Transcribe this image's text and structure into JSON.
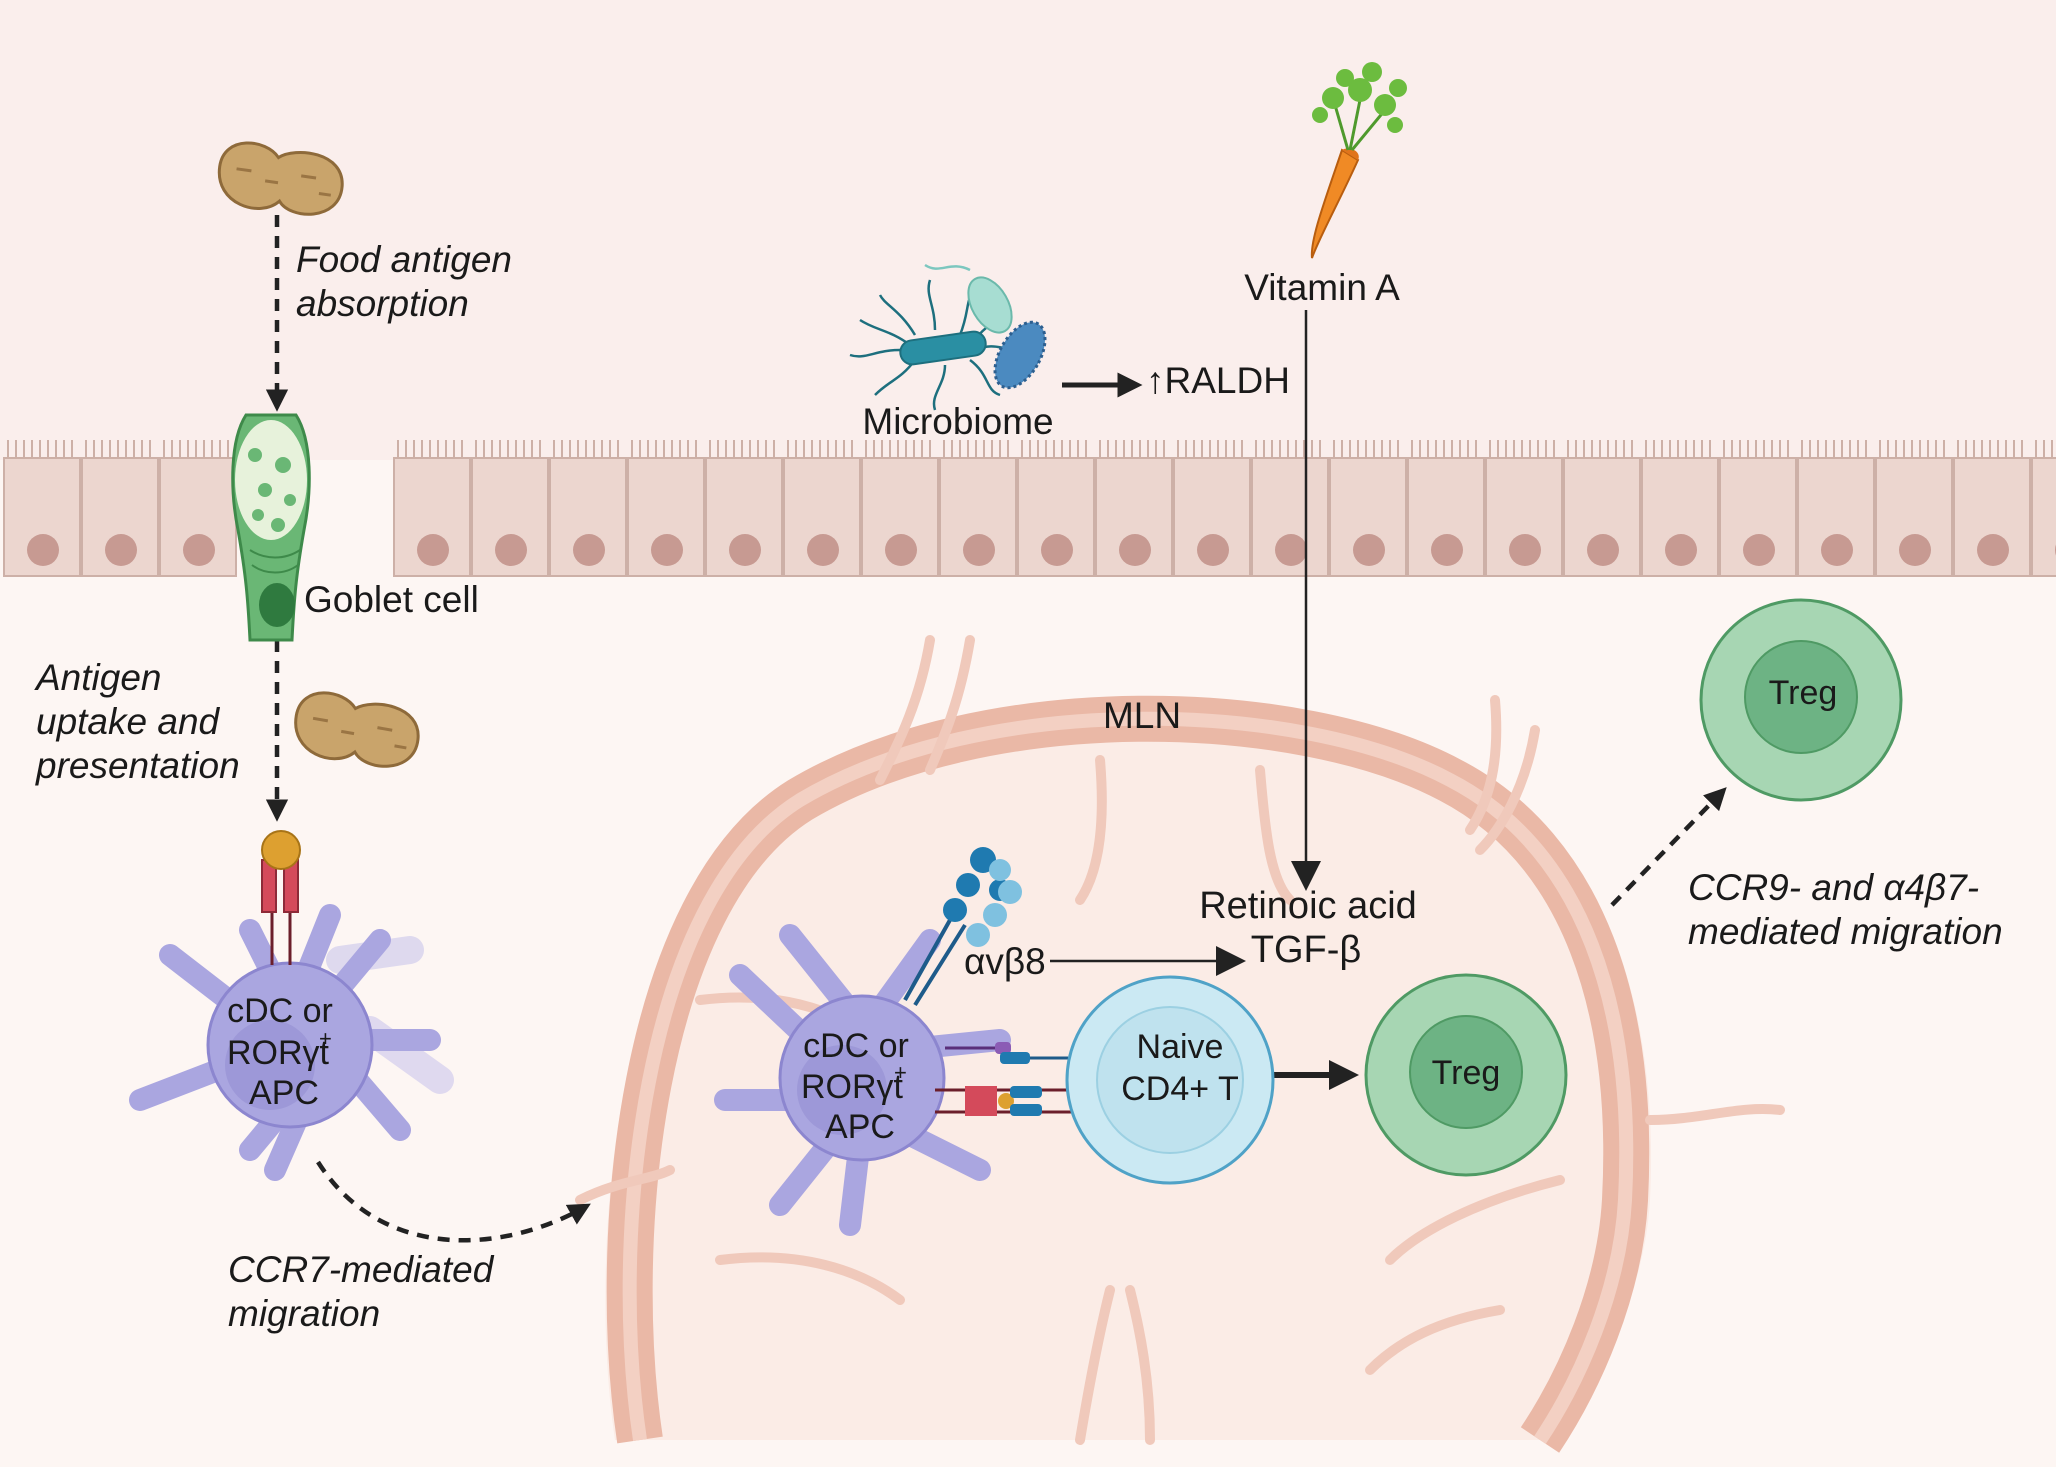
{
  "labels": {
    "food_antigen": [
      "Food antigen",
      "absorption"
    ],
    "goblet_cell": "Goblet cell",
    "antigen_uptake": [
      "Antigen",
      "uptake and",
      "presentation"
    ],
    "apc_left": [
      "cDC or",
      "RORγt",
      "+",
      "APC"
    ],
    "ccr7": [
      "CCR7-mediated",
      "migration"
    ],
    "microbiome": "Microbiome",
    "raldh": "↑RALDH",
    "vitamin_a": "Vitamin A",
    "mln": "MLN",
    "retinoic_acid": "Retinoic acid",
    "tgf_beta": "TGF-β",
    "integrin": "αvβ8",
    "apc_right": [
      "cDC or",
      "RORγt",
      "+",
      "APC"
    ],
    "naive_t": [
      "Naive",
      "CD4+ T"
    ],
    "treg_mln": "Treg",
    "treg_out": "Treg",
    "ccr9": [
      "CCR9- and α4β7-",
      "mediated migration"
    ]
  },
  "colors": {
    "lumen": "#faeeec",
    "lamina": "#fdf5f2",
    "epithelium": "#ecd6cf",
    "nucleus": "#c79a92",
    "mln_capsule": "#eabeaf",
    "goblet": "#5fad6b",
    "apc": "#aaa6e0",
    "naive_t": "#cbe9f3",
    "treg": "#a7d6b3",
    "treg_core": "#6db384",
    "peanut": "#c9a46b",
    "carrot": "#f08a25"
  },
  "icons": [
    "peanut-icon",
    "carrot-icon",
    "bacteria-icon",
    "goblet-cell-icon",
    "dendritic-cell-icon",
    "t-cell-icon",
    "treg-cell-icon",
    "mhc-receptor-icon",
    "integrin-icon"
  ]
}
